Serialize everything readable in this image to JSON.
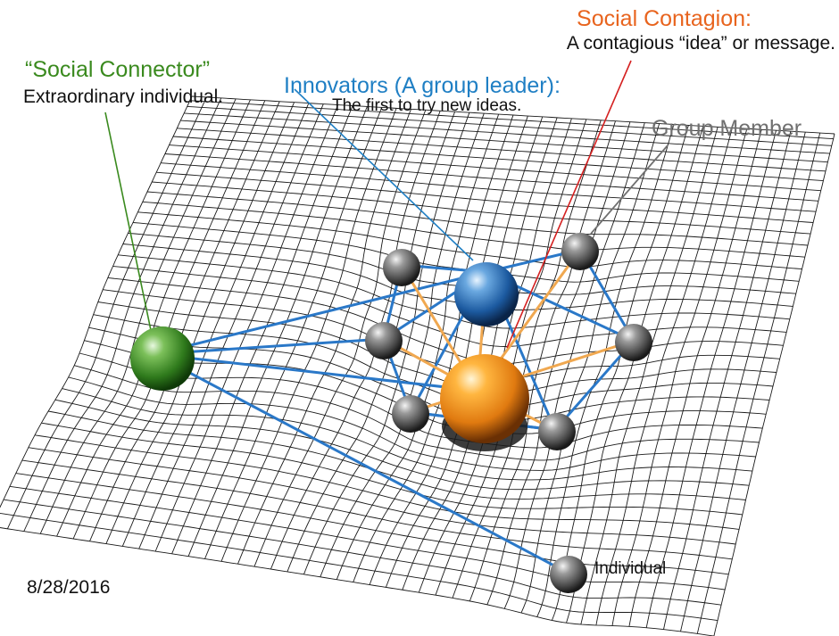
{
  "labels": {
    "social_contagion_title": "Social Contagion:",
    "social_contagion_desc": "A contagious “idea” or message.",
    "connector_title": "“Social Connector”",
    "connector_desc": "Extraordinary individual.",
    "innovators_title": "Innovators (A group leader):",
    "innovators_desc": "The first to try new ideas.",
    "group_member": "Group Member",
    "individual": "Individual",
    "date": "8/28/2016"
  },
  "colors": {
    "contagion": "#e8641e",
    "connector": "#3a8a1e",
    "innovator": "#1f7fc4",
    "member": "#707070",
    "link_blue": "#2a78c8",
    "link_orange": "#f0a850",
    "leader_red": "#d42020",
    "grid": "#1a1a1a"
  },
  "nodes": [
    {
      "role": "social-connector",
      "color": "green"
    },
    {
      "role": "innovator-leader",
      "color": "blue"
    },
    {
      "role": "social-contagion",
      "color": "orange"
    },
    {
      "role": "group-member",
      "color": "gray"
    },
    {
      "role": "group-member",
      "color": "gray"
    },
    {
      "role": "group-member",
      "color": "gray"
    },
    {
      "role": "group-member",
      "color": "gray"
    },
    {
      "role": "group-member",
      "color": "gray"
    },
    {
      "role": "group-member",
      "color": "gray"
    },
    {
      "role": "individual",
      "color": "gray"
    }
  ]
}
